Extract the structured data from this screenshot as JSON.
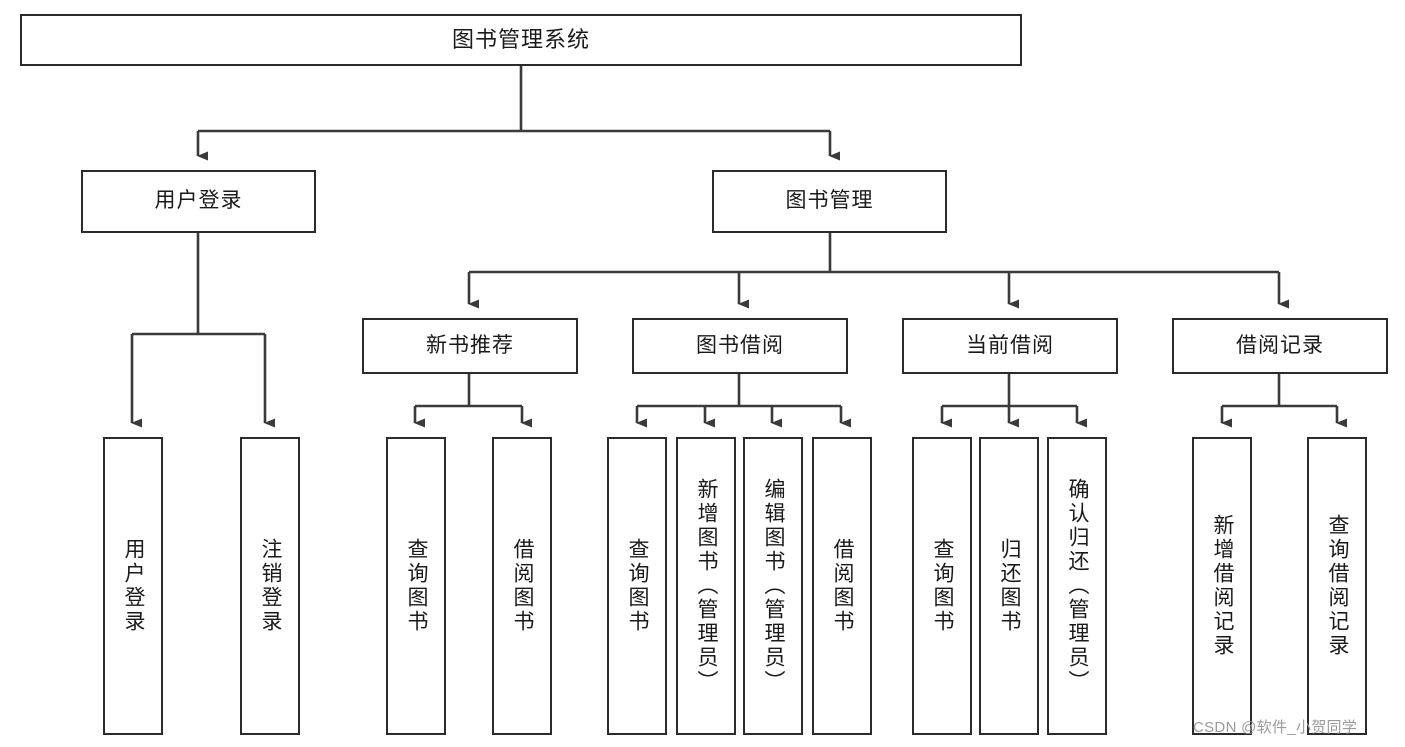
{
  "diagram": {
    "title": "图书管理系统",
    "type": "tree-hierarchy-chart",
    "watermark": "CSDN @软件_小贺同学",
    "colors": {
      "box_border": "#2b2b2b",
      "box_fill": "#ffffff",
      "connector": "#3a3a3a",
      "text": "#1a1a1a",
      "watermark": "#9a9a9a",
      "background": "#ffffff"
    },
    "levels": {
      "root": "图书管理系统",
      "level2": [
        "用户登录",
        "图书管理"
      ],
      "level3": [
        "新书推荐",
        "图书借阅",
        "当前借阅",
        "借阅记录"
      ]
    },
    "nodes": {
      "root": {
        "label": "图书管理系统"
      },
      "user_login": {
        "label": "用户登录"
      },
      "book_manage": {
        "label": "图书管理"
      },
      "new_book_rec": {
        "label": "新书推荐"
      },
      "book_borrow": {
        "label": "图书借阅"
      },
      "current_borrow": {
        "label": "当前借阅"
      },
      "borrow_record": {
        "label": "借阅记录"
      },
      "leaf_user_login": {
        "label": "用户登录"
      },
      "leaf_logout": {
        "label": "注销登录"
      },
      "leaf_query_book_1": {
        "label": "查询图书"
      },
      "leaf_borrow_book_1": {
        "label": "借阅图书"
      },
      "leaf_query_book_2": {
        "label": "查询图书"
      },
      "leaf_add_book": {
        "label": "新增图书（管理员）"
      },
      "leaf_edit_book": {
        "label": "编辑图书（管理员）"
      },
      "leaf_borrow_book_2": {
        "label": "借阅图书"
      },
      "leaf_query_book_3": {
        "label": "查询图书"
      },
      "leaf_return_book": {
        "label": "归还图书"
      },
      "leaf_confirm_return": {
        "label": "确认归还（管理员）"
      },
      "leaf_add_record": {
        "label": "新增借阅记录"
      },
      "leaf_query_record": {
        "label": "查询借阅记录"
      }
    }
  }
}
